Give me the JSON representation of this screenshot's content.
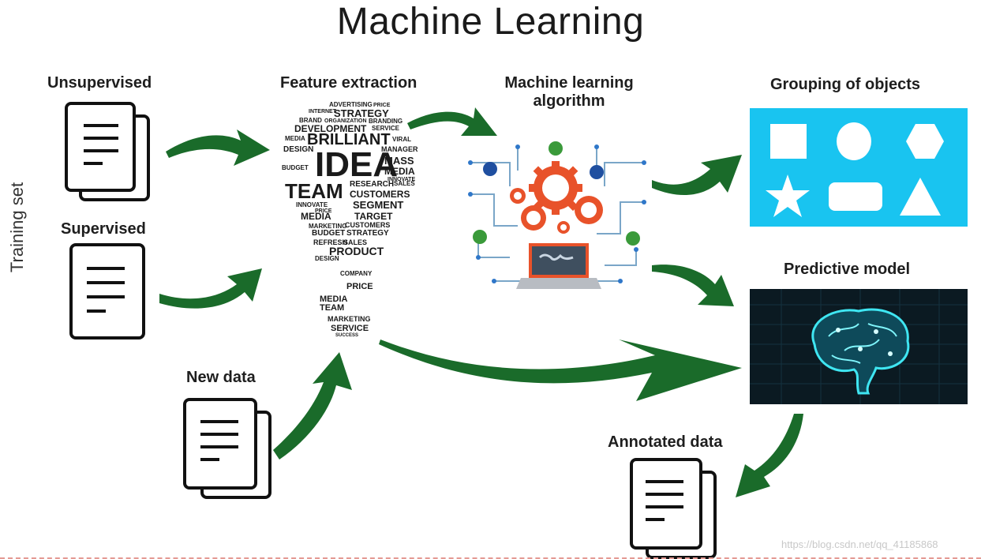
{
  "title": "Machine Learning",
  "side_label": "Training set",
  "labels": {
    "unsupervised": "Unsupervised",
    "supervised": "Supervised",
    "new_data": "New data",
    "feature_extraction": "Feature extraction",
    "ml_algorithm_line1": "Machine learning",
    "ml_algorithm_line2": "algorithm",
    "grouping": "Grouping of objects",
    "predictive": "Predictive model",
    "annotated": "Annotated data"
  },
  "word_cloud": [
    "ADVERTISING",
    "PRICE",
    "INTERNET",
    "STRATEGY",
    "BRAND",
    "ORGANIZATION",
    "BRANDING",
    "DEVELOPMENT",
    "SERVICE",
    "MEDIA",
    "BRILLIANT",
    "VIRAL",
    "DESIGN",
    "MANAGER",
    "IDEA",
    "MASS",
    "MEDIA",
    "BUDGET",
    "INNOVATE",
    "TEAM",
    "RESEARCH",
    "SALES",
    "CUSTOMERS",
    "INNOVATE",
    "SEGMENT",
    "PRICE",
    "MEDIA",
    "TARGET",
    "CUSTOMERS",
    "MARKETING",
    "STRATEGY",
    "BUDGET",
    "SALES",
    "REFRESH",
    "PRODUCT",
    "DESIGN",
    "COMPANY",
    "PRICE",
    "MEDIA",
    "TEAM",
    "MARKETING",
    "SERVICE",
    "SUCCESS"
  ],
  "watermark": "https://blog.csdn.net/qq_41185868",
  "colors": {
    "arrow": "#1a6b2a",
    "gear": "#e8522a",
    "grouping_bg": "#19c4f0",
    "predictive_bg": "#0b1a22",
    "brain": "#3fe6f2",
    "dashed_line": "#e49a94"
  }
}
